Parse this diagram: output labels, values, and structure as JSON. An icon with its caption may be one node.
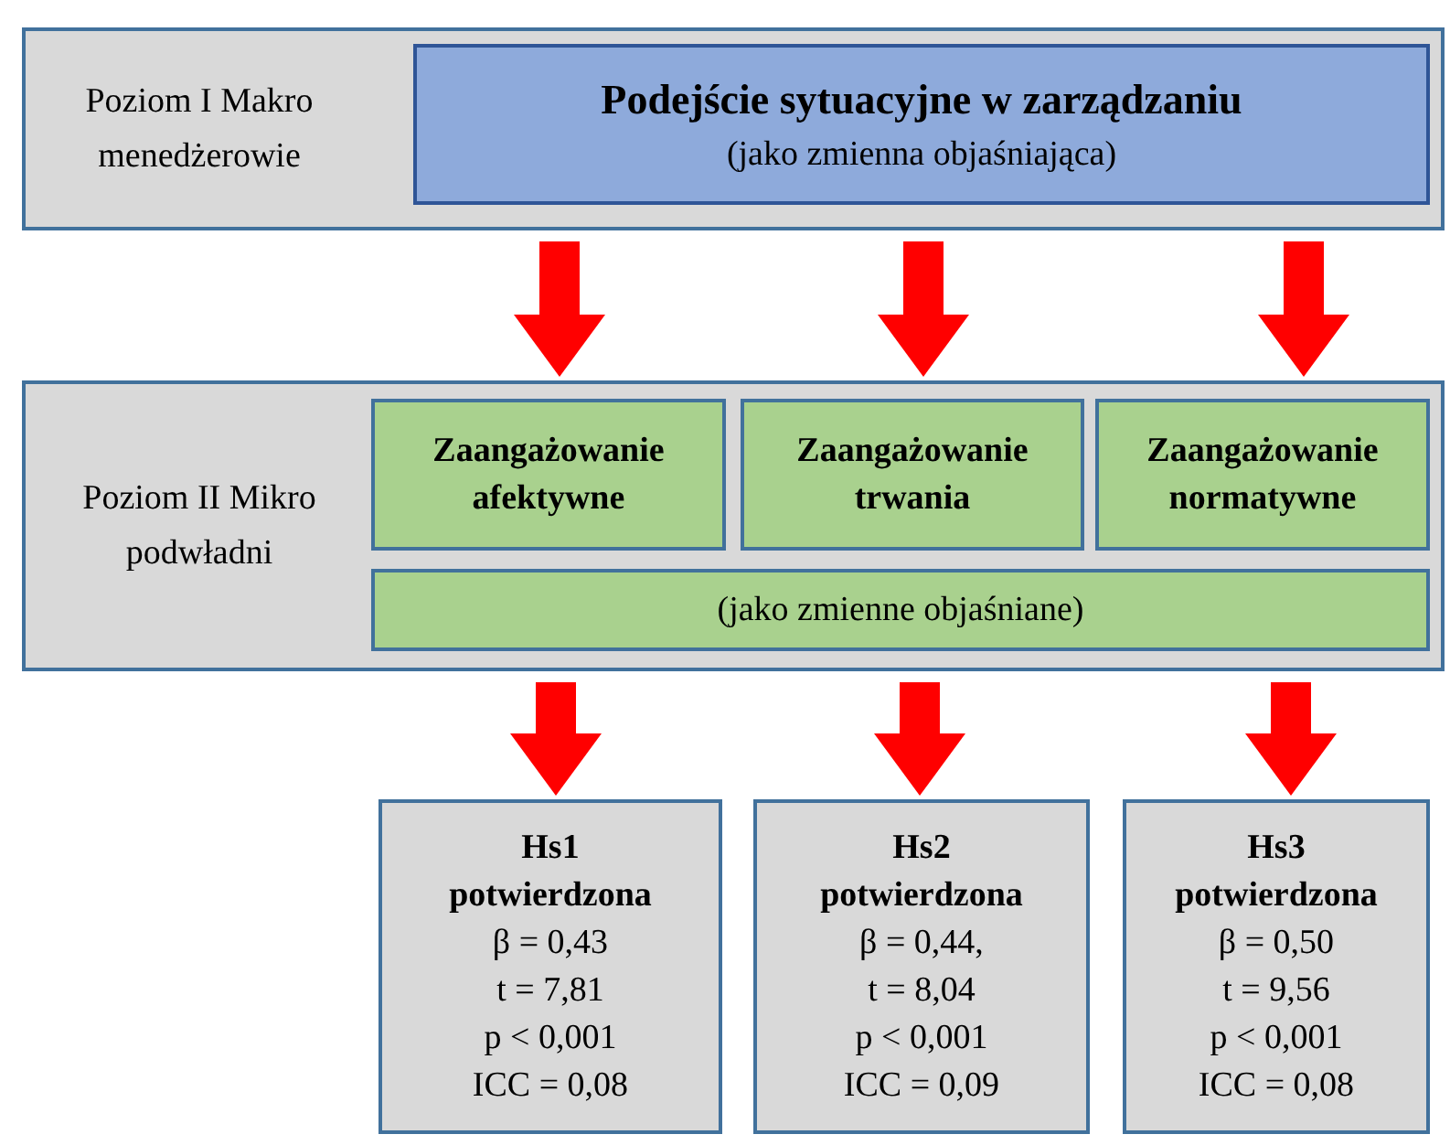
{
  "diagram": {
    "nodes": [
      {
        "text": [
          "Poziom I Makro menedżerowie"
        ]
      },
      {
        "text": [
          "Podejście sytuacyjne w zarządzaniu",
          "(jako zmienna objaśniająca)"
        ],
        "in": 0
      },
      {
        "text": [
          "Poziom II Mikro podwładni"
        ]
      },
      {
        "text": [
          "Zaangażowanie afektywne"
        ],
        "in": 2
      },
      {
        "text": [
          "Zaangażowanie trwania"
        ],
        "in": 2
      },
      {
        "text": [
          "Zaangażowanie normatywne"
        ],
        "in": 2
      },
      {
        "text": [
          "(jako zmienne objaśniane)"
        ],
        "in": 2
      },
      {
        "text": [
          "Hs1 potwierdzona",
          "β = 0,43",
          "t = 7,81",
          "p < 0,001",
          "ICC = 0,08"
        ]
      },
      {
        "text": [
          "Hs2 potwierdzona",
          "β = 0,44,",
          "t = 8,04",
          "p < 0,001",
          "ICC = 0,09"
        ]
      },
      {
        "text": [
          "Hs3 potwierdzona",
          "β = 0,50",
          "t = 9,56",
          "p < 0,001",
          "ICC = 0,08"
        ]
      }
    ],
    "edges": [
      {
        "from": 0,
        "to": 2,
        "arrow": "to"
      },
      {
        "from": 0,
        "to": 2,
        "arrow": "to"
      },
      {
        "from": 0,
        "to": 2,
        "arrow": "to"
      },
      {
        "from": 2,
        "to": 7,
        "arrow": "to"
      },
      {
        "from": 2,
        "to": 8,
        "arrow": "to"
      },
      {
        "from": 2,
        "to": 9,
        "arrow": "to"
      }
    ]
  }
}
